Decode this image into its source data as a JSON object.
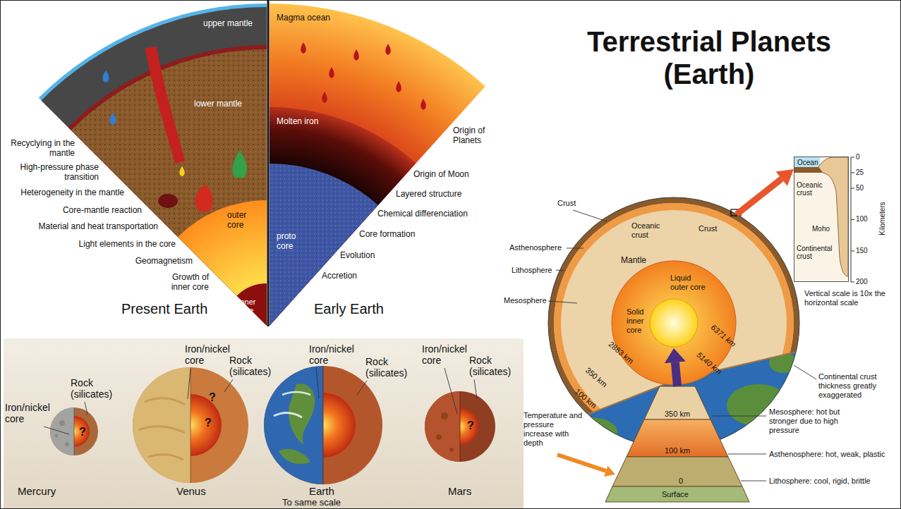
{
  "diagram": {
    "title": "Terrestrial Planets (Earth)",
    "nodes": [
      {
        "text": [
          "upper mantle",
          "lower mantle",
          "outer core",
          "inner core",
          "Present Earth"
        ]
      },
      {
        "text": [
          "Magma ocean",
          "Molten iron",
          "proto core",
          "Early Earth"
        ]
      },
      {
        "text": [
          "Iron/nickel core",
          "Rock (silicates)",
          "Iron/nickel core",
          "Rock (silicates)",
          "Iron/nickel core",
          "Rock (silicates)",
          "Iron/nickel core",
          "Rock (silicates)",
          "Mercury",
          "Venus",
          "Earth",
          "To same scale",
          "Mars"
        ]
      },
      {
        "text": [
          "?"
        ],
        "in": 2
      },
      {
        "text": [
          "?",
          "?"
        ],
        "in": 2
      },
      {
        "text": [
          "?"
        ],
        "in": 2
      },
      {
        "text": [
          "Oceanic crust",
          "Crust",
          "Mantle",
          "Liquid outer core",
          "Solid inner core",
          "6371 km",
          "5140 km",
          "2883 km",
          "350 km",
          "100 km"
        ]
      },
      {
        "text": [
          "Ocean",
          "Oceanic crust",
          "Moho",
          "Continental crust"
        ]
      },
      {
        "text": [
          "350 km",
          "100 km",
          "0",
          "Surface"
        ]
      }
    ],
    "edges": [
      {
        "from": 6,
        "to": 7,
        "arrow": "to"
      },
      {
        "from": 8,
        "to": 6,
        "arrow": "to"
      }
    ],
    "labels": [
      "Recyclying in the mantle",
      "High-pressure phase transition",
      "Heterogeneity in the mantle",
      "Core-mantle reaction",
      "Material and heat transportation",
      "Light elements in the core",
      "Geomagnetism",
      "Growth of inner core",
      "Origin of Planets",
      "Origin of Moon",
      "Layered structure",
      "Chemical differenciation",
      "Core formation",
      "Evolution",
      "Accretion",
      "Crust",
      "Asthenosphere",
      "Lithosphere",
      "Mesosphere",
      "Continental crust thickness greatly exaggerated",
      "Vertical scale is 10x the horizontal scale",
      "0",
      "25",
      "50",
      "100",
      "150",
      "200",
      "Kilometers",
      "Temperature and pressure increase with depth",
      "Mesosphere: hot but stronger due to high pressure",
      "Asthenosphere: hot, weak, plastic",
      "Lithosphere: cool, rigid, brittle"
    ]
  }
}
